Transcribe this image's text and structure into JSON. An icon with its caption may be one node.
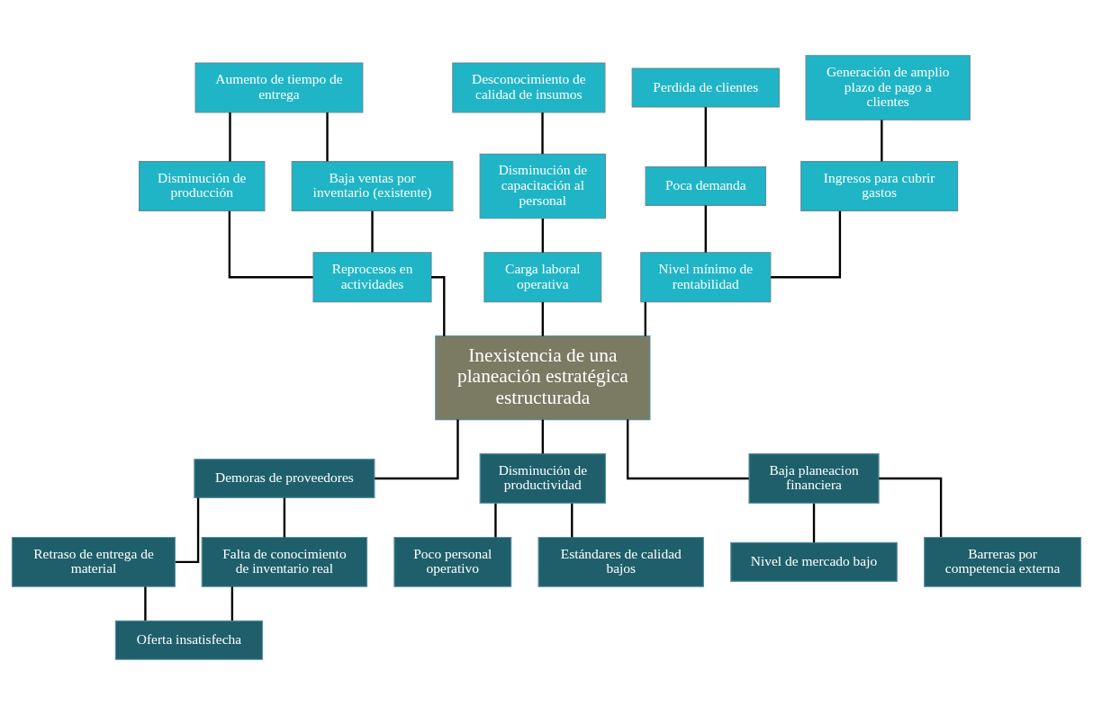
{
  "diagram": {
    "nodes": [
      {
        "text": [
          "Aumento de tiempo de entrega"
        ]
      },
      {
        "text": [
          "Desconocimiento de calidad de insumos"
        ]
      },
      {
        "text": [
          "Perdida de clientes"
        ]
      },
      {
        "text": [
          "Generación de amplio plazo de pago a clientes"
        ]
      },
      {
        "text": [
          "Disminución de producción"
        ]
      },
      {
        "text": [
          "Baja ventas por inventario (existente)"
        ]
      },
      {
        "text": [
          "Disminución de capacitación al personal"
        ]
      },
      {
        "text": [
          "Poca demanda"
        ]
      },
      {
        "text": [
          "Ingresos para cubrir gastos"
        ]
      },
      {
        "text": [
          "Reprocesos en actividades"
        ]
      },
      {
        "text": [
          "Carga laboral operativa"
        ]
      },
      {
        "text": [
          "Nivel mínimo de rentabilidad"
        ]
      },
      {
        "text": [
          "Inexistencia de una planeación estratégica estructurada"
        ]
      },
      {
        "text": [
          "Demoras de proveedores"
        ]
      },
      {
        "text": [
          "Disminución de productividad"
        ]
      },
      {
        "text": [
          "Baja planeacion financiera"
        ]
      },
      {
        "text": [
          "Retraso de entrega de material"
        ]
      },
      {
        "text": [
          "Falta de conocimiento de inventario real"
        ]
      },
      {
        "text": [
          "Poco personal operativo"
        ]
      },
      {
        "text": [
          "Estándares de calidad bajos"
        ]
      },
      {
        "text": [
          "Nivel de mercado bajo"
        ]
      },
      {
        "text": [
          "Barreras por competencia externa"
        ]
      },
      {
        "text": [
          "Oferta insatisfecha"
        ]
      }
    ],
    "edges": [
      {
        "from": 0,
        "to": 4,
        "arrow": "none"
      },
      {
        "from": 0,
        "to": 5,
        "arrow": "none"
      },
      {
        "from": 1,
        "to": 6,
        "arrow": "none"
      },
      {
        "from": 2,
        "to": 7,
        "arrow": "none"
      },
      {
        "from": 3,
        "to": 8,
        "arrow": "none"
      },
      {
        "from": 4,
        "to": 9,
        "arrow": "none"
      },
      {
        "from": 5,
        "to": 9,
        "arrow": "none"
      },
      {
        "from": 6,
        "to": 10,
        "arrow": "none"
      },
      {
        "from": 7,
        "to": 11,
        "arrow": "none"
      },
      {
        "from": 8,
        "to": 11,
        "arrow": "none"
      },
      {
        "from": 9,
        "to": 12,
        "arrow": "none"
      },
      {
        "from": 10,
        "to": 12,
        "arrow": "none"
      },
      {
        "from": 11,
        "to": 12,
        "arrow": "none"
      },
      {
        "from": 12,
        "to": 13,
        "arrow": "none"
      },
      {
        "from": 12,
        "to": 14,
        "arrow": "none"
      },
      {
        "from": 12,
        "to": 15,
        "arrow": "none"
      },
      {
        "from": 13,
        "to": 16,
        "arrow": "none"
      },
      {
        "from": 13,
        "to": 17,
        "arrow": "none"
      },
      {
        "from": 14,
        "to": 18,
        "arrow": "none"
      },
      {
        "from": 14,
        "to": 19,
        "arrow": "none"
      },
      {
        "from": 15,
        "to": 20,
        "arrow": "none"
      },
      {
        "from": 15,
        "to": 21,
        "arrow": "none"
      },
      {
        "from": 16,
        "to": 22,
        "arrow": "none"
      },
      {
        "from": 17,
        "to": 22,
        "arrow": "none"
      }
    ]
  }
}
